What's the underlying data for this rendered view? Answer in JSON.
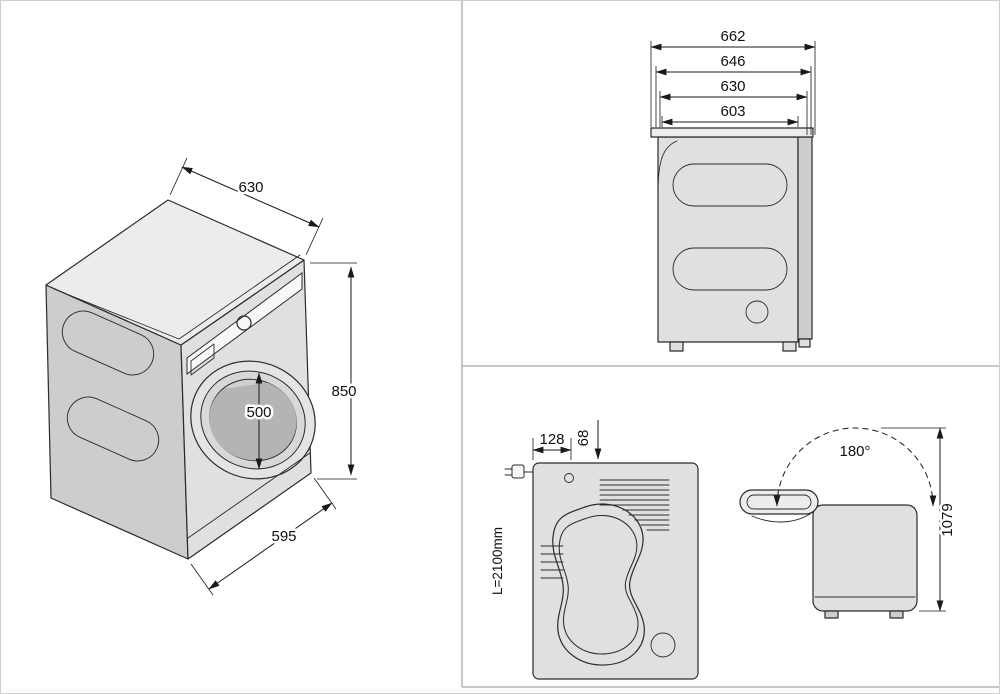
{
  "colors": {
    "line": "#2b2b2b",
    "dimline": "#1a1a1a",
    "text": "#111111",
    "divider": "#8f8f8f",
    "fillTop": "#ececec",
    "fillSide": "#cdcdcd",
    "fillFront": "#e0e0e0",
    "fillGlass": "#b4b4b4",
    "fillPanel": "#f8f8f8",
    "background": "#ffffff"
  },
  "diagram": {
    "isometric": {
      "depth": "630",
      "height": "850",
      "door_diameter": "500",
      "width": "595"
    },
    "side_view": {
      "dims": [
        "662",
        "646",
        "630",
        "603"
      ]
    },
    "back_view": {
      "cord_offset": "128",
      "vent_offset": "68",
      "cable_length": "L=2100mm"
    },
    "door_open_view": {
      "angle": "180°",
      "total_height": "1079"
    }
  }
}
